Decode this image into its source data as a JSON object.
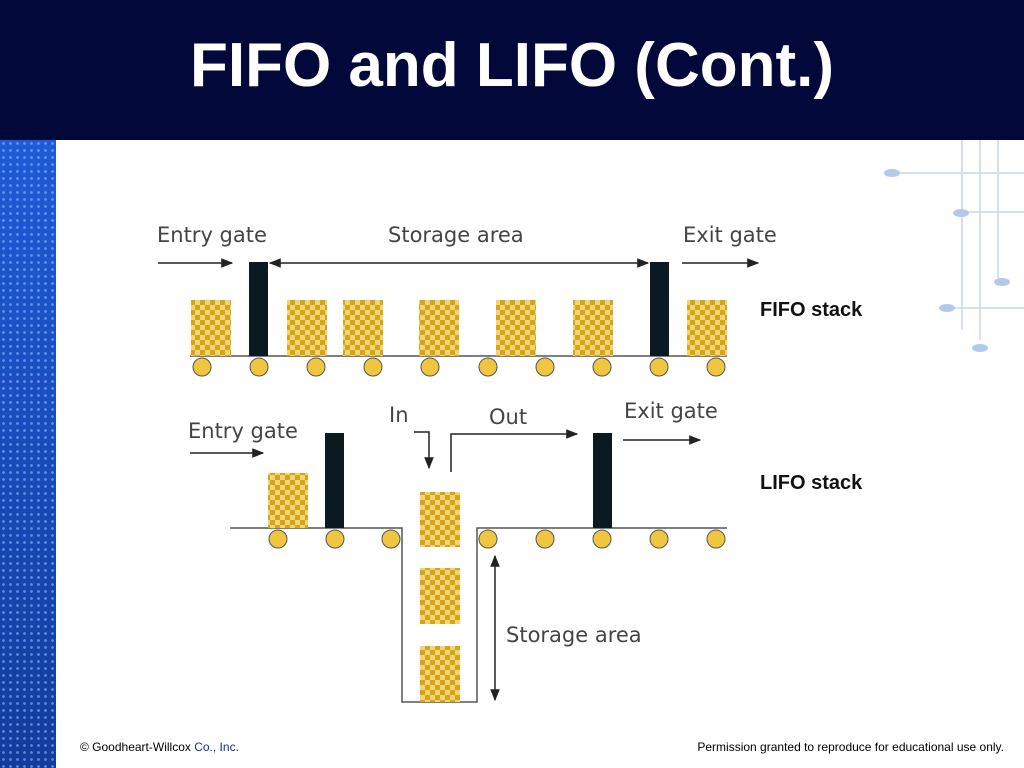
{
  "slide": {
    "title": "FIFO and LIFO (Cont.)"
  },
  "diagram": {
    "fifo": {
      "entry_gate": "Entry gate",
      "storage_area": "Storage area",
      "exit_gate": "Exit gate",
      "stack_label": "FIFO stack"
    },
    "lifo": {
      "entry_gate": "Entry gate",
      "in": "In",
      "out": "Out",
      "exit_gate": "Exit gate",
      "stack_label": "LIFO stack",
      "storage_area": "Storage area"
    }
  },
  "footer": {
    "copyright_prefix": "© Goodheart-Willcox ",
    "copyright_accent": "Co., Inc.",
    "permission": "Permission granted to reproduce for educational use only."
  },
  "colors": {
    "title_bar": "#03083a",
    "box_light": "#f2d27a",
    "box_dark": "#d4a614",
    "gate": "#0b1a22",
    "roller": "#f0c640"
  }
}
